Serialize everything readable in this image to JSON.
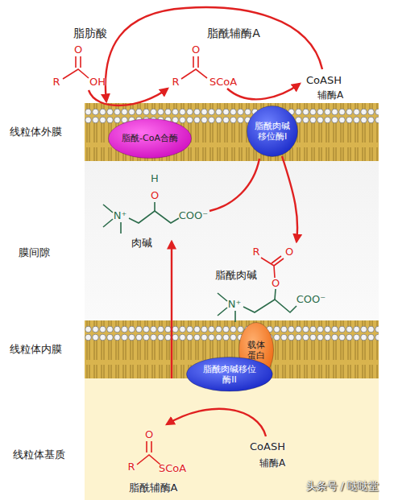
{
  "diagram": {
    "nodes": [
      {
        "text": [
          "线粒体外膜"
        ]
      },
      {
        "text": [
          "脂酰-CoA合酶"
        ],
        "in": 0
      },
      {
        "text": [
          "脂酰肉碱移位酶I"
        ],
        "in": 0
      },
      {
        "text": [
          "线粒体内膜"
        ]
      },
      {
        "text": [
          "载体蛋白"
        ],
        "in": 3
      },
      {
        "text": [
          "脂酰肉碱移位酶II"
        ],
        "in": 3
      }
    ],
    "labels": [
      "脂肪酸",
      "O",
      "R",
      "OH",
      "脂酰辅酶A",
      "O",
      "R",
      "SCoA",
      "CoASH",
      "辅酶A",
      "H",
      "O",
      "N⁺",
      "COO⁻",
      "肉碱",
      "膜间隙",
      "R",
      "O",
      "脂酰肉碱",
      "O",
      "N⁺",
      "COO⁻",
      "线粒体基质",
      "O",
      "R",
      "SCoA",
      "脂酰辅酶A",
      "CoASH",
      "辅酶A",
      "头条号 / 哒哒堂"
    ]
  }
}
